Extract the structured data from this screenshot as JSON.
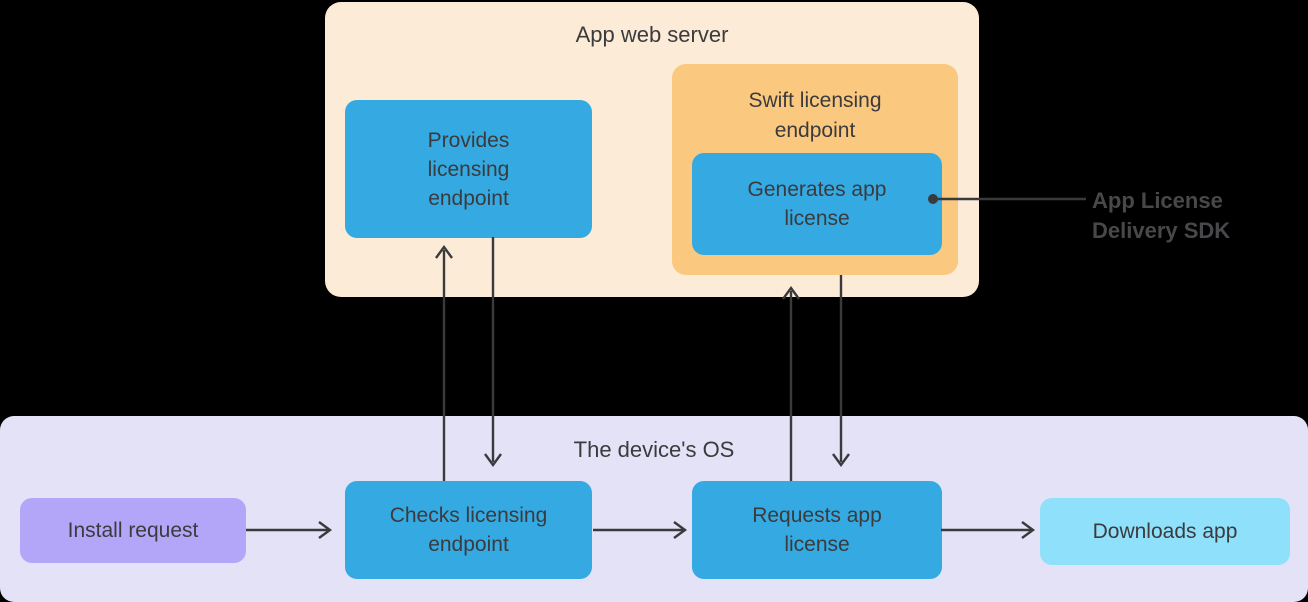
{
  "colors": {
    "canvas-bg": "#000000",
    "server-bg": "#FCEBD7",
    "swift-bg": "#FAC87F",
    "blue": "#35A9E2",
    "os-bg": "#E4E2F6",
    "install-bg": "#B3A6F8",
    "downloads-bg": "#8EE0FB",
    "text": "#3B3B3D",
    "arrow": "#3A3A3C",
    "sdk-text": "#48484A"
  },
  "server": {
    "title": "App web server",
    "provides_label": "Provides\nlicensing\nendpoint",
    "swift": {
      "title": "Swift licensing\nendpoint",
      "generates_label": "Generates app\nlicense"
    }
  },
  "sdk_callout": {
    "label": "App License\nDelivery SDK"
  },
  "os": {
    "title": "The device's OS",
    "install_label": "Install request",
    "checks_label": "Checks licensing\nendpoint",
    "requests_label": "Requests app\nlicense",
    "downloads_label": "Downloads app"
  }
}
